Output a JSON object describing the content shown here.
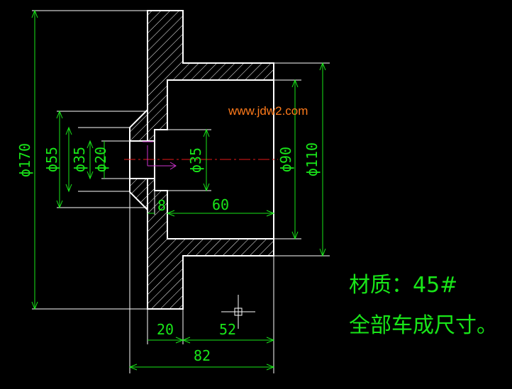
{
  "drawing": {
    "watermark": "www.jdw2.com",
    "dimensions": {
      "d170": "ϕ170",
      "d55": "ϕ55",
      "d35_left": "ϕ35",
      "d20": "ϕ20",
      "d35_inner": "ϕ35",
      "d90": "ϕ90",
      "d110": "ϕ110",
      "len_8": "8",
      "len_60": "60",
      "len_20": "20",
      "len_52": "52",
      "len_82": "82"
    },
    "notes": {
      "material": "材质：45#",
      "machining": "全部车成尺寸。"
    },
    "colors": {
      "background": "#000000",
      "outline": "#ffffff",
      "dimension": "#19e619",
      "centerline": "#e61919",
      "watermark": "#ff7a1a",
      "section_arrow": "#cc33cc"
    }
  }
}
